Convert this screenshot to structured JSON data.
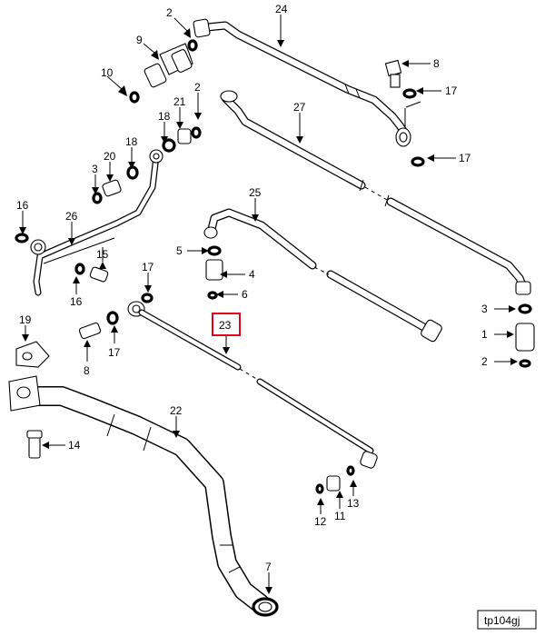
{
  "diagram": {
    "callouts": [
      {
        "id": "c24",
        "label": "24"
      },
      {
        "id": "c2a",
        "label": "2"
      },
      {
        "id": "c9",
        "label": "9"
      },
      {
        "id": "c8a",
        "label": "8"
      },
      {
        "id": "c17a",
        "label": "17"
      },
      {
        "id": "c10",
        "label": "10"
      },
      {
        "id": "c2b",
        "label": "2"
      },
      {
        "id": "c21",
        "label": "21"
      },
      {
        "id": "c18a",
        "label": "18"
      },
      {
        "id": "c27",
        "label": "27"
      },
      {
        "id": "c17b",
        "label": "17"
      },
      {
        "id": "c18b",
        "label": "18"
      },
      {
        "id": "c20",
        "label": "20"
      },
      {
        "id": "c3a",
        "label": "3"
      },
      {
        "id": "c16a",
        "label": "16"
      },
      {
        "id": "c26",
        "label": "26"
      },
      {
        "id": "c25",
        "label": "25"
      },
      {
        "id": "c5",
        "label": "5"
      },
      {
        "id": "c4",
        "label": "4"
      },
      {
        "id": "c6",
        "label": "6"
      },
      {
        "id": "c15",
        "label": "15"
      },
      {
        "id": "c16b",
        "label": "16"
      },
      {
        "id": "c17c",
        "label": "17"
      },
      {
        "id": "c3b",
        "label": "3"
      },
      {
        "id": "c1",
        "label": "1"
      },
      {
        "id": "c2c",
        "label": "2"
      },
      {
        "id": "c19",
        "label": "19"
      },
      {
        "id": "c8b",
        "label": "8"
      },
      {
        "id": "c17d",
        "label": "17"
      },
      {
        "id": "c23",
        "label": "23"
      },
      {
        "id": "c22",
        "label": "22"
      },
      {
        "id": "c14",
        "label": "14"
      },
      {
        "id": "c13",
        "label": "13"
      },
      {
        "id": "c11",
        "label": "11"
      },
      {
        "id": "c12",
        "label": "12"
      },
      {
        "id": "c7",
        "label": "7"
      }
    ],
    "highlight_color": "#e0001b",
    "figure_id": "tp104gj"
  }
}
